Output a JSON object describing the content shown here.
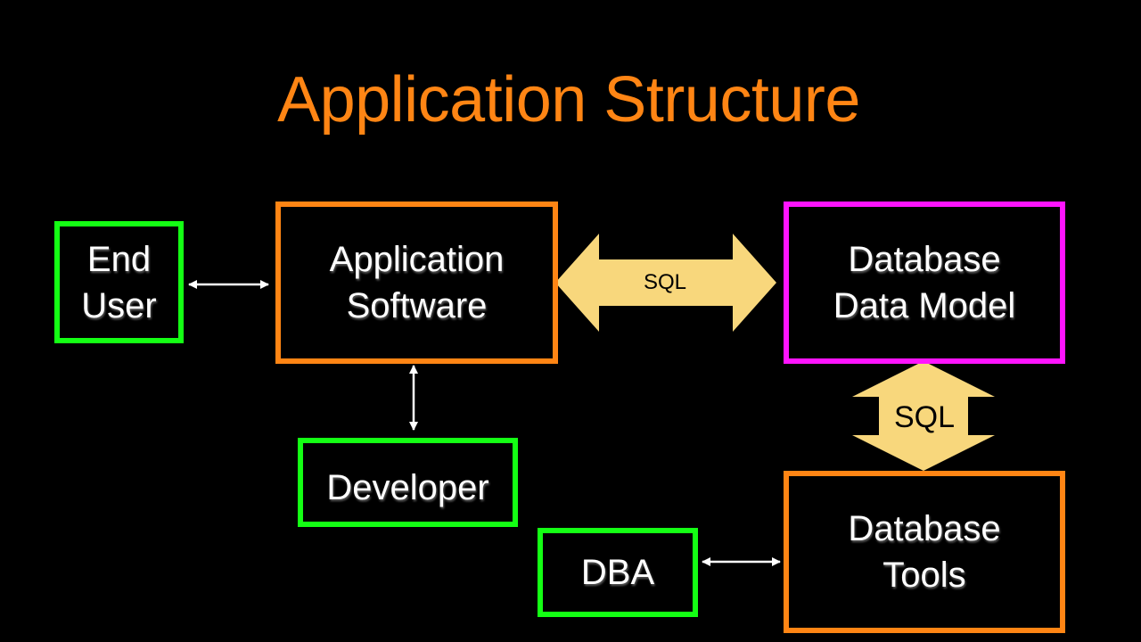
{
  "title": "Application Structure",
  "colors": {
    "background": "#000000",
    "title": "#ff8514",
    "person_border": "#14ff14",
    "software_border": "#ff8514",
    "data_model_border": "#ff14ff",
    "sql_arrow_fill": "#f8d77c",
    "connector": "#ffffff"
  },
  "nodes": {
    "end_user": "End\nUser",
    "application_software": "Application\nSoftware",
    "database_data_model": "Database\nData Model",
    "developer": "Developer",
    "dba": "DBA",
    "database_tools": "Database\nTools"
  },
  "connectors": {
    "sql_app_to_model": "SQL",
    "sql_model_to_tools": "SQL"
  }
}
